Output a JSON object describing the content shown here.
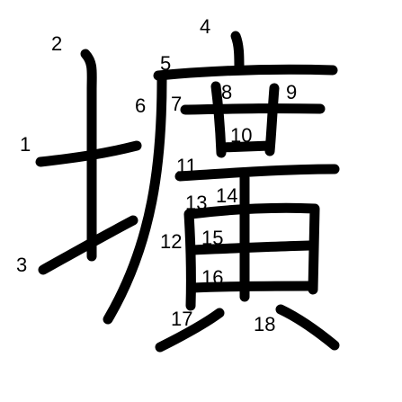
{
  "character": "壙",
  "stroke_color": "#000000",
  "background_color": "#ffffff",
  "stroke_numbers": [
    "1",
    "2",
    "3",
    "4",
    "5",
    "6",
    "7",
    "8",
    "9",
    "10",
    "11",
    "12",
    "13",
    "14",
    "15",
    "16",
    "17",
    "18"
  ]
}
